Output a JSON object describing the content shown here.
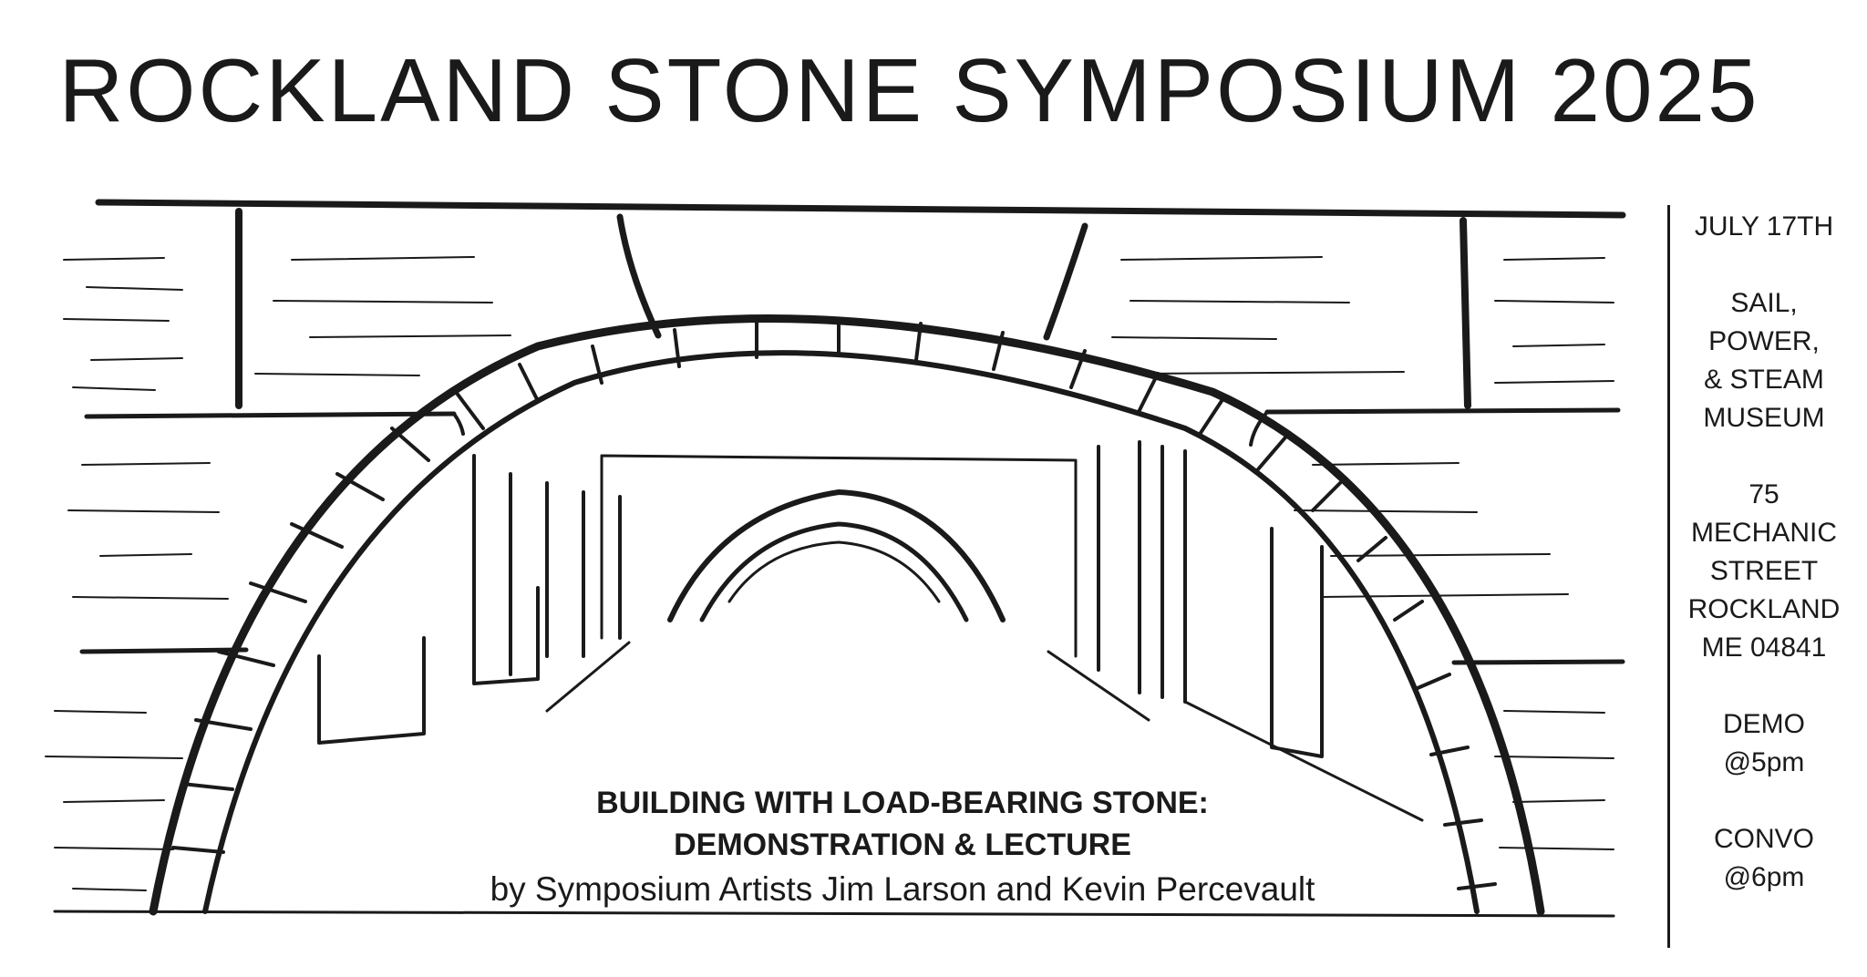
{
  "poster": {
    "title": "ROCKLAND STONE SYMPOSIUM 2025",
    "date": "JULY 17TH",
    "venue": [
      "SAIL,",
      "POWER,",
      "& STEAM",
      "MUSEUM"
    ],
    "address": [
      "75",
      "MECHANIC",
      "STREET",
      "ROCKLAND",
      "ME 04841"
    ],
    "demo": [
      "DEMO",
      "@5pm"
    ],
    "convo": [
      "CONVO",
      "@6pm"
    ],
    "heading_line1": "BUILDING WITH LOAD-BEARING STONE:",
    "heading_line2": "DEMONSTRATION & LECTURE",
    "byline": "by Symposium Artists Jim Larson and Kevin Percevault"
  },
  "colors": {
    "ink": "#1a1a1a",
    "paper": "#ffffff"
  }
}
